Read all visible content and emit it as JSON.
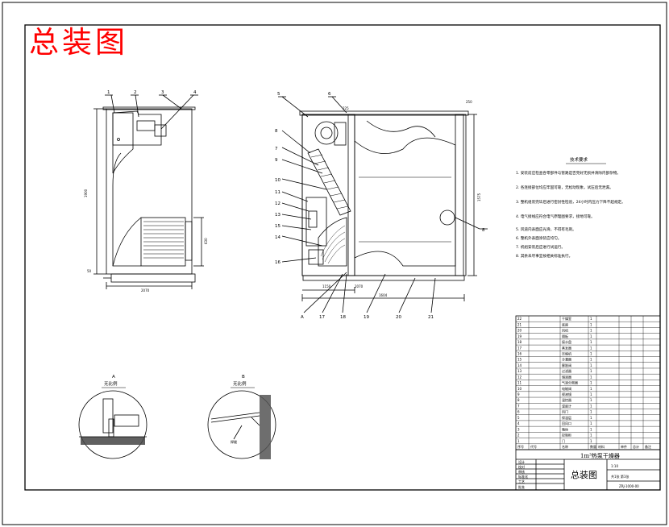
{
  "page": {
    "title": "总装图"
  },
  "balloons": {
    "left": [
      "1",
      "2",
      "3",
      "4"
    ],
    "middle_top": [
      "5",
      "6"
    ],
    "middle_left": [
      "8",
      "7",
      "9",
      "10",
      "11",
      "12",
      "13",
      "15",
      "14",
      "16"
    ],
    "middle_bottom": [
      "A",
      "17",
      "18",
      "19",
      "20",
      "21"
    ],
    "right": [
      "8"
    ]
  },
  "dimensions": {
    "left_width": "2070",
    "left_height": "1900",
    "left_sub": "630",
    "left_base": "50",
    "mid_bottom_1": "1604",
    "mid_bottom_2": "2070",
    "mid_bottom_3": "1150",
    "mid_side_h": "1575",
    "mid_side_2": "250",
    "mid_top": "225"
  },
  "details": {
    "a_letter": "A",
    "a_caption": "无比例",
    "b_letter": "B",
    "b_caption": "无比例",
    "b_note": "焊缝"
  },
  "tech_req": {
    "title": "技术要求",
    "items": [
      "1. 安装前应检查各零部件与管路是否完好无损并清除内部杂物。",
      "2. 各连接部位均应牢固可靠，无松动现象，试压后无泄漏。",
      "3. 整机组装完毕后进行密封性检验，24小时内压力下降不超规定。",
      "4. 电气接线应符合电气原理图要求，接地可靠。",
      "5. 风道内表面应光滑，不得有毛刺。",
      "6. 整机外表面涂装应均匀。",
      "7. 机组安装后应进行试运行。",
      "8. 其余未尽事宜按相关标准执行。"
    ]
  },
  "bom": {
    "header": [
      "序号",
      "代号",
      "名称",
      "数量",
      "材料",
      "单件",
      "总计",
      "备注"
    ],
    "rows": [
      [
        "22",
        "",
        "干燥室",
        "1",
        "",
        "",
        "",
        ""
      ],
      [
        "21",
        "",
        "底座",
        "1",
        "",
        "",
        "",
        ""
      ],
      [
        "20",
        "",
        "风机",
        "1",
        "",
        "",
        "",
        ""
      ],
      [
        "19",
        "",
        "隔板",
        "1",
        "",
        "",
        "",
        ""
      ],
      [
        "18",
        "",
        "接水盘",
        "1",
        "",
        "",
        "",
        ""
      ],
      [
        "17",
        "",
        "蒸发器",
        "1",
        "",
        "",
        "",
        ""
      ],
      [
        "16",
        "",
        "压缩机",
        "1",
        "",
        "",
        "",
        ""
      ],
      [
        "15",
        "",
        "冷凝器",
        "1",
        "",
        "",
        "",
        ""
      ],
      [
        "14",
        "",
        "膨胀阀",
        "1",
        "",
        "",
        "",
        ""
      ],
      [
        "13",
        "",
        "过滤器",
        "1",
        "",
        "",
        "",
        ""
      ],
      [
        "12",
        "",
        "储液器",
        "1",
        "",
        "",
        "",
        ""
      ],
      [
        "11",
        "",
        "气液分离器",
        "1",
        "",
        "",
        "",
        ""
      ],
      [
        "10",
        "",
        "电磁阀",
        "1",
        "",
        "",
        "",
        ""
      ],
      [
        "9",
        "",
        "视液镜",
        "1",
        "",
        "",
        "",
        ""
      ],
      [
        "8",
        "",
        "温控器",
        "1",
        "",
        "",
        "",
        ""
      ],
      [
        "7",
        "",
        "湿度计",
        "1",
        "",
        "",
        "",
        ""
      ],
      [
        "6",
        "",
        "风门",
        "1",
        "",
        "",
        "",
        ""
      ],
      [
        "5",
        "",
        "保温层",
        "1",
        "",
        "",
        "",
        ""
      ],
      [
        "4",
        "",
        "回风口",
        "1",
        "",
        "",
        "",
        ""
      ],
      [
        "3",
        "",
        "箱体",
        "1",
        "",
        "",
        "",
        ""
      ],
      [
        "2",
        "",
        "控制柜",
        "1",
        "",
        "",
        "",
        ""
      ],
      [
        "1",
        "",
        "门",
        "1",
        "",
        "",
        "",
        ""
      ]
    ]
  },
  "title_block": {
    "drawing_name": "总装图",
    "product_name": "1m³热泵干燥器",
    "drawing_no": "ZRJ-1000-00",
    "scale": "1:10",
    "sheet": "共1张 第1张",
    "left_labels": [
      "设计",
      "校对",
      "审核",
      "标准化",
      "工艺",
      "批准"
    ]
  },
  "colors": {
    "title_red": "#ff0000",
    "line": "#000000"
  }
}
